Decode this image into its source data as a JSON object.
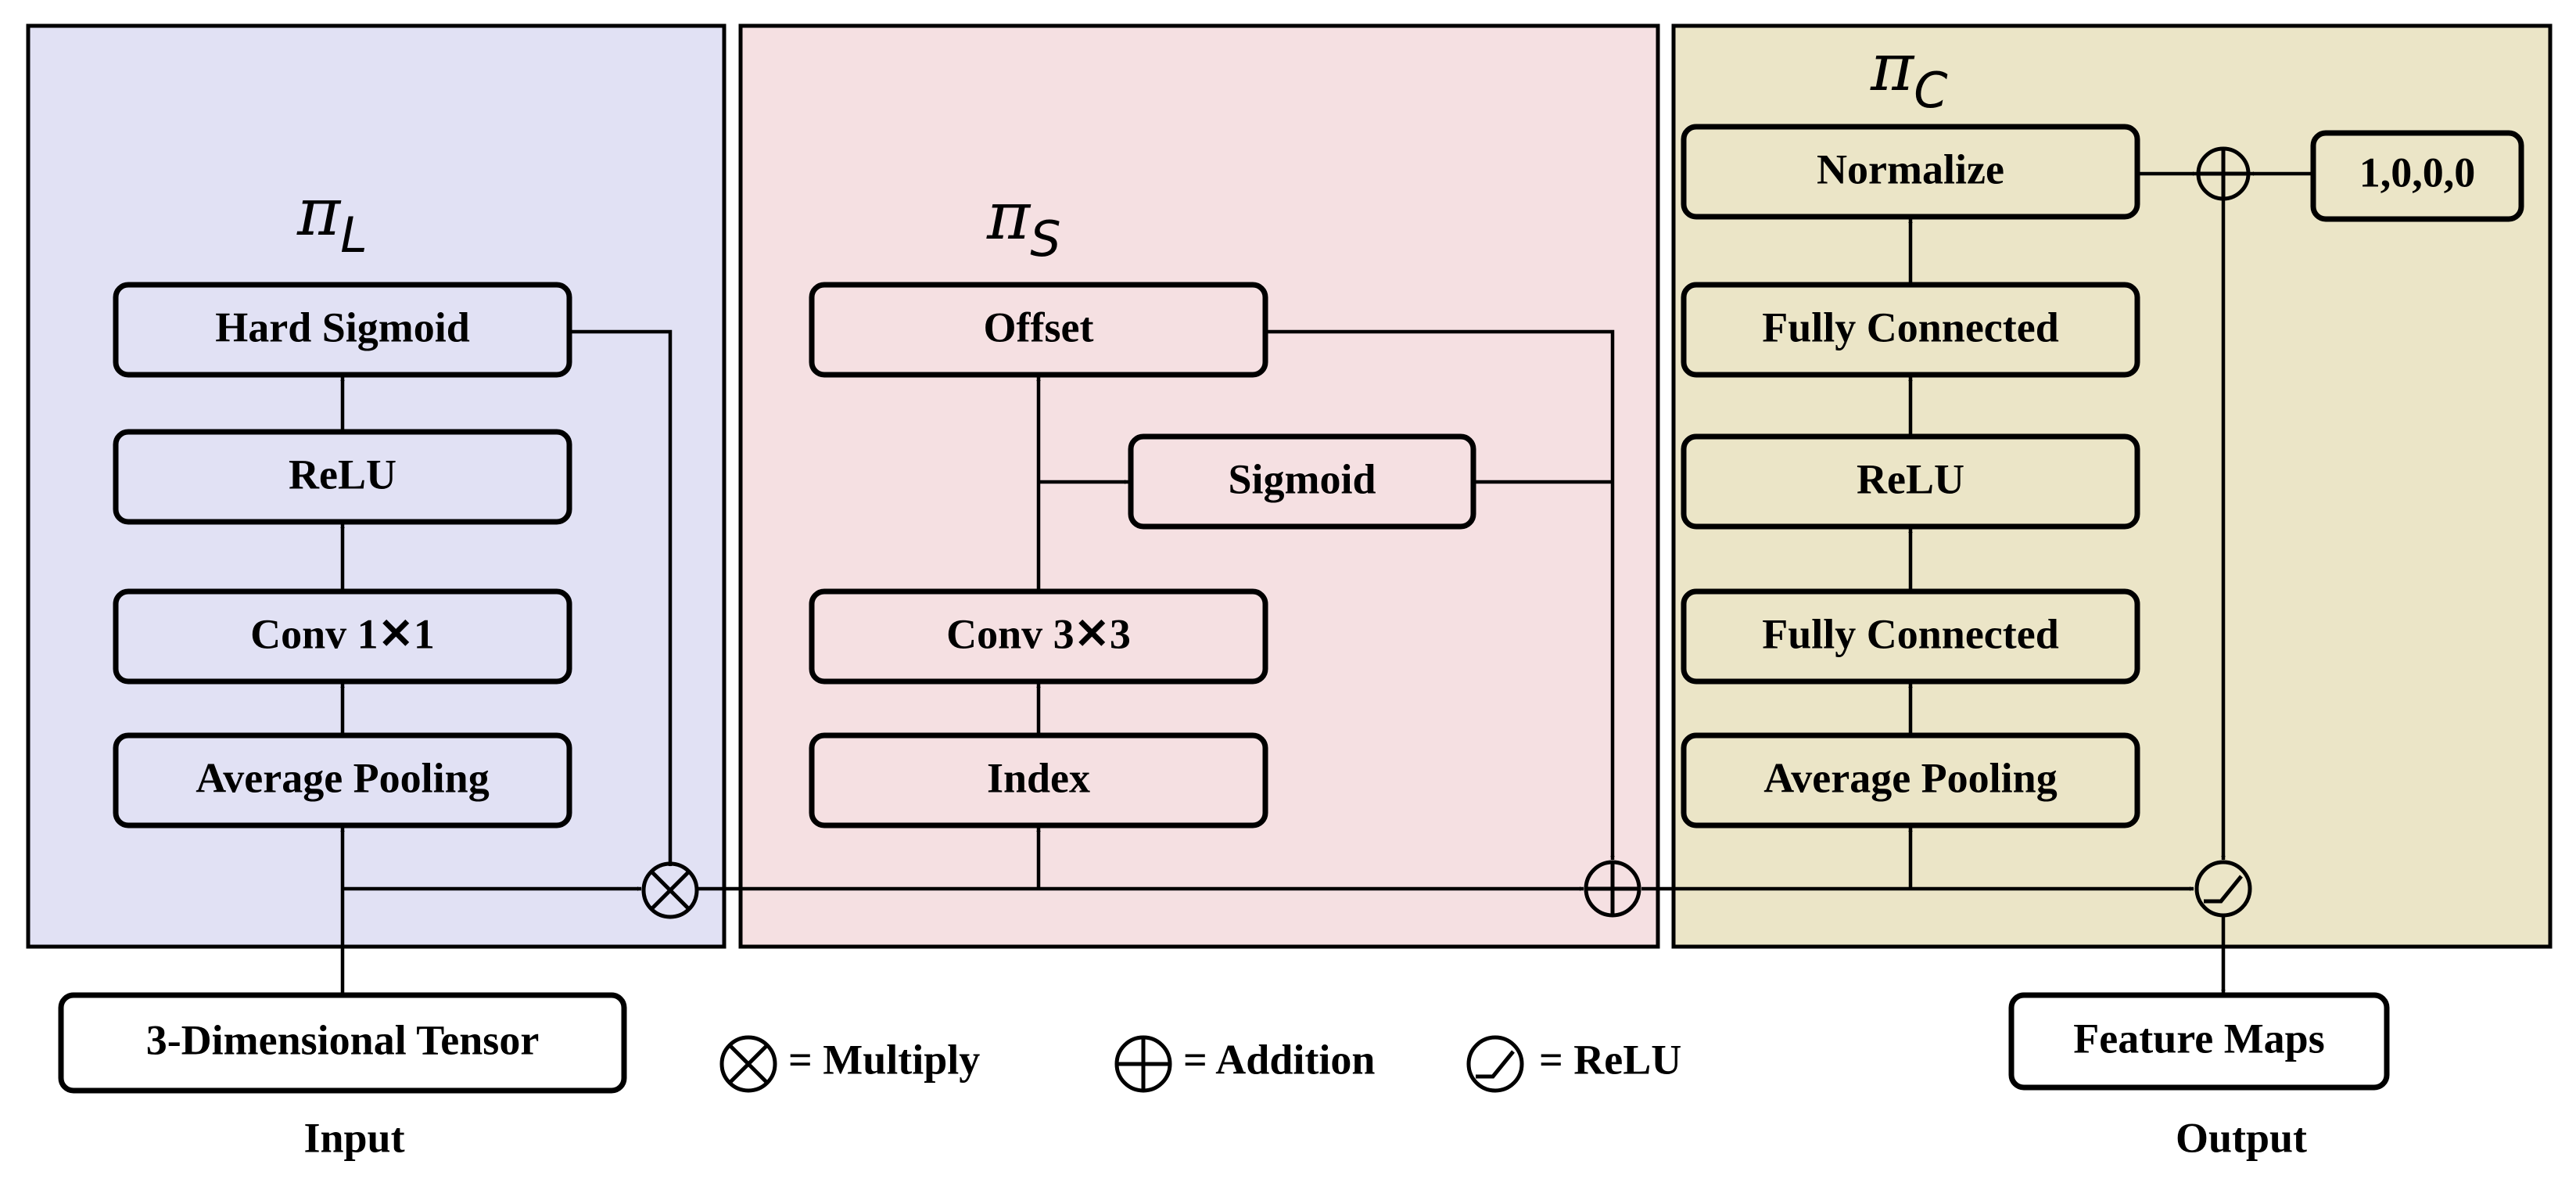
{
  "colors": {
    "panel_l": "#e1e1f4",
    "panel_s": "#f5e0e2",
    "panel_c": "#ebe5c7",
    "stroke": "#000000"
  },
  "panels": {
    "l": {
      "symbol": "π",
      "subscript": "L",
      "blocks": [
        "Hard Sigmoid",
        "ReLU",
        "Conv 1✕1",
        "Average Pooling"
      ]
    },
    "s": {
      "symbol": "π",
      "subscript": "S",
      "blocks": [
        "Offset",
        "Sigmoid",
        "Conv 3✕3",
        "Index"
      ]
    },
    "c": {
      "symbol": "π",
      "subscript": "C",
      "blocks": [
        "Normalize",
        "Fully Connected",
        "ReLU",
        "Fully Connected",
        "Average Pooling"
      ],
      "constant": "1,0,0,0"
    }
  },
  "io": {
    "input_box": "3-Dimensional Tensor",
    "input_caption": "Input",
    "output_box": "Feature Maps",
    "output_caption": "Output"
  },
  "legend": {
    "multiply": "= Multiply",
    "addition": "= Addition",
    "relu": "= ReLU"
  },
  "icons": {
    "multiply": "circled-times-icon",
    "addition": "circled-plus-icon",
    "relu": "circled-relu-icon"
  }
}
